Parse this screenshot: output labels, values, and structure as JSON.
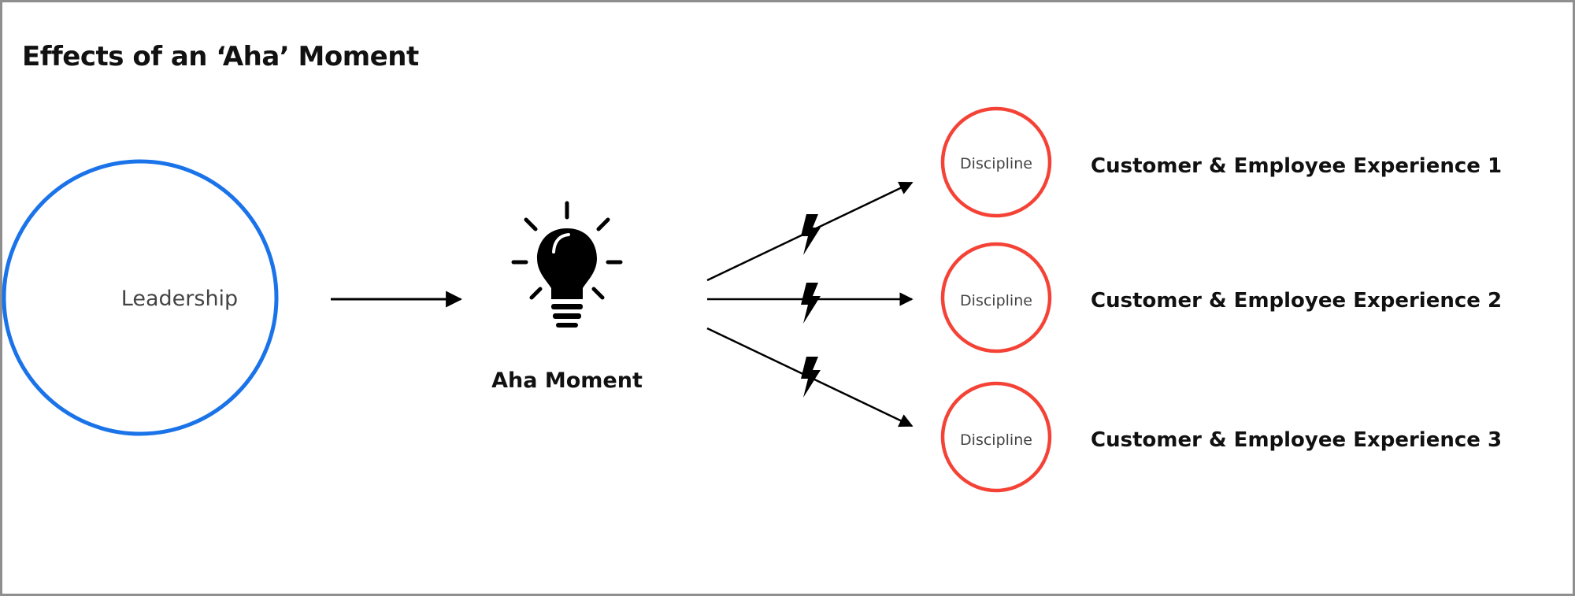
{
  "title": "Effects of an ‘Aha’ Moment",
  "leadership": {
    "label": "Leadership",
    "color": "#1a73e8"
  },
  "aha": {
    "label": "Aha Moment"
  },
  "discipline_color": "#f44336",
  "outcomes": [
    {
      "discipline": "Discipline",
      "experience": "Customer & Employee Experience 1"
    },
    {
      "discipline": "Discipline",
      "experience": "Customer & Employee Experience 2"
    },
    {
      "discipline": "Discipline",
      "experience": "Customer & Employee Experience 3"
    }
  ],
  "icons": [
    "lightbulb-icon",
    "lightning-icon"
  ]
}
